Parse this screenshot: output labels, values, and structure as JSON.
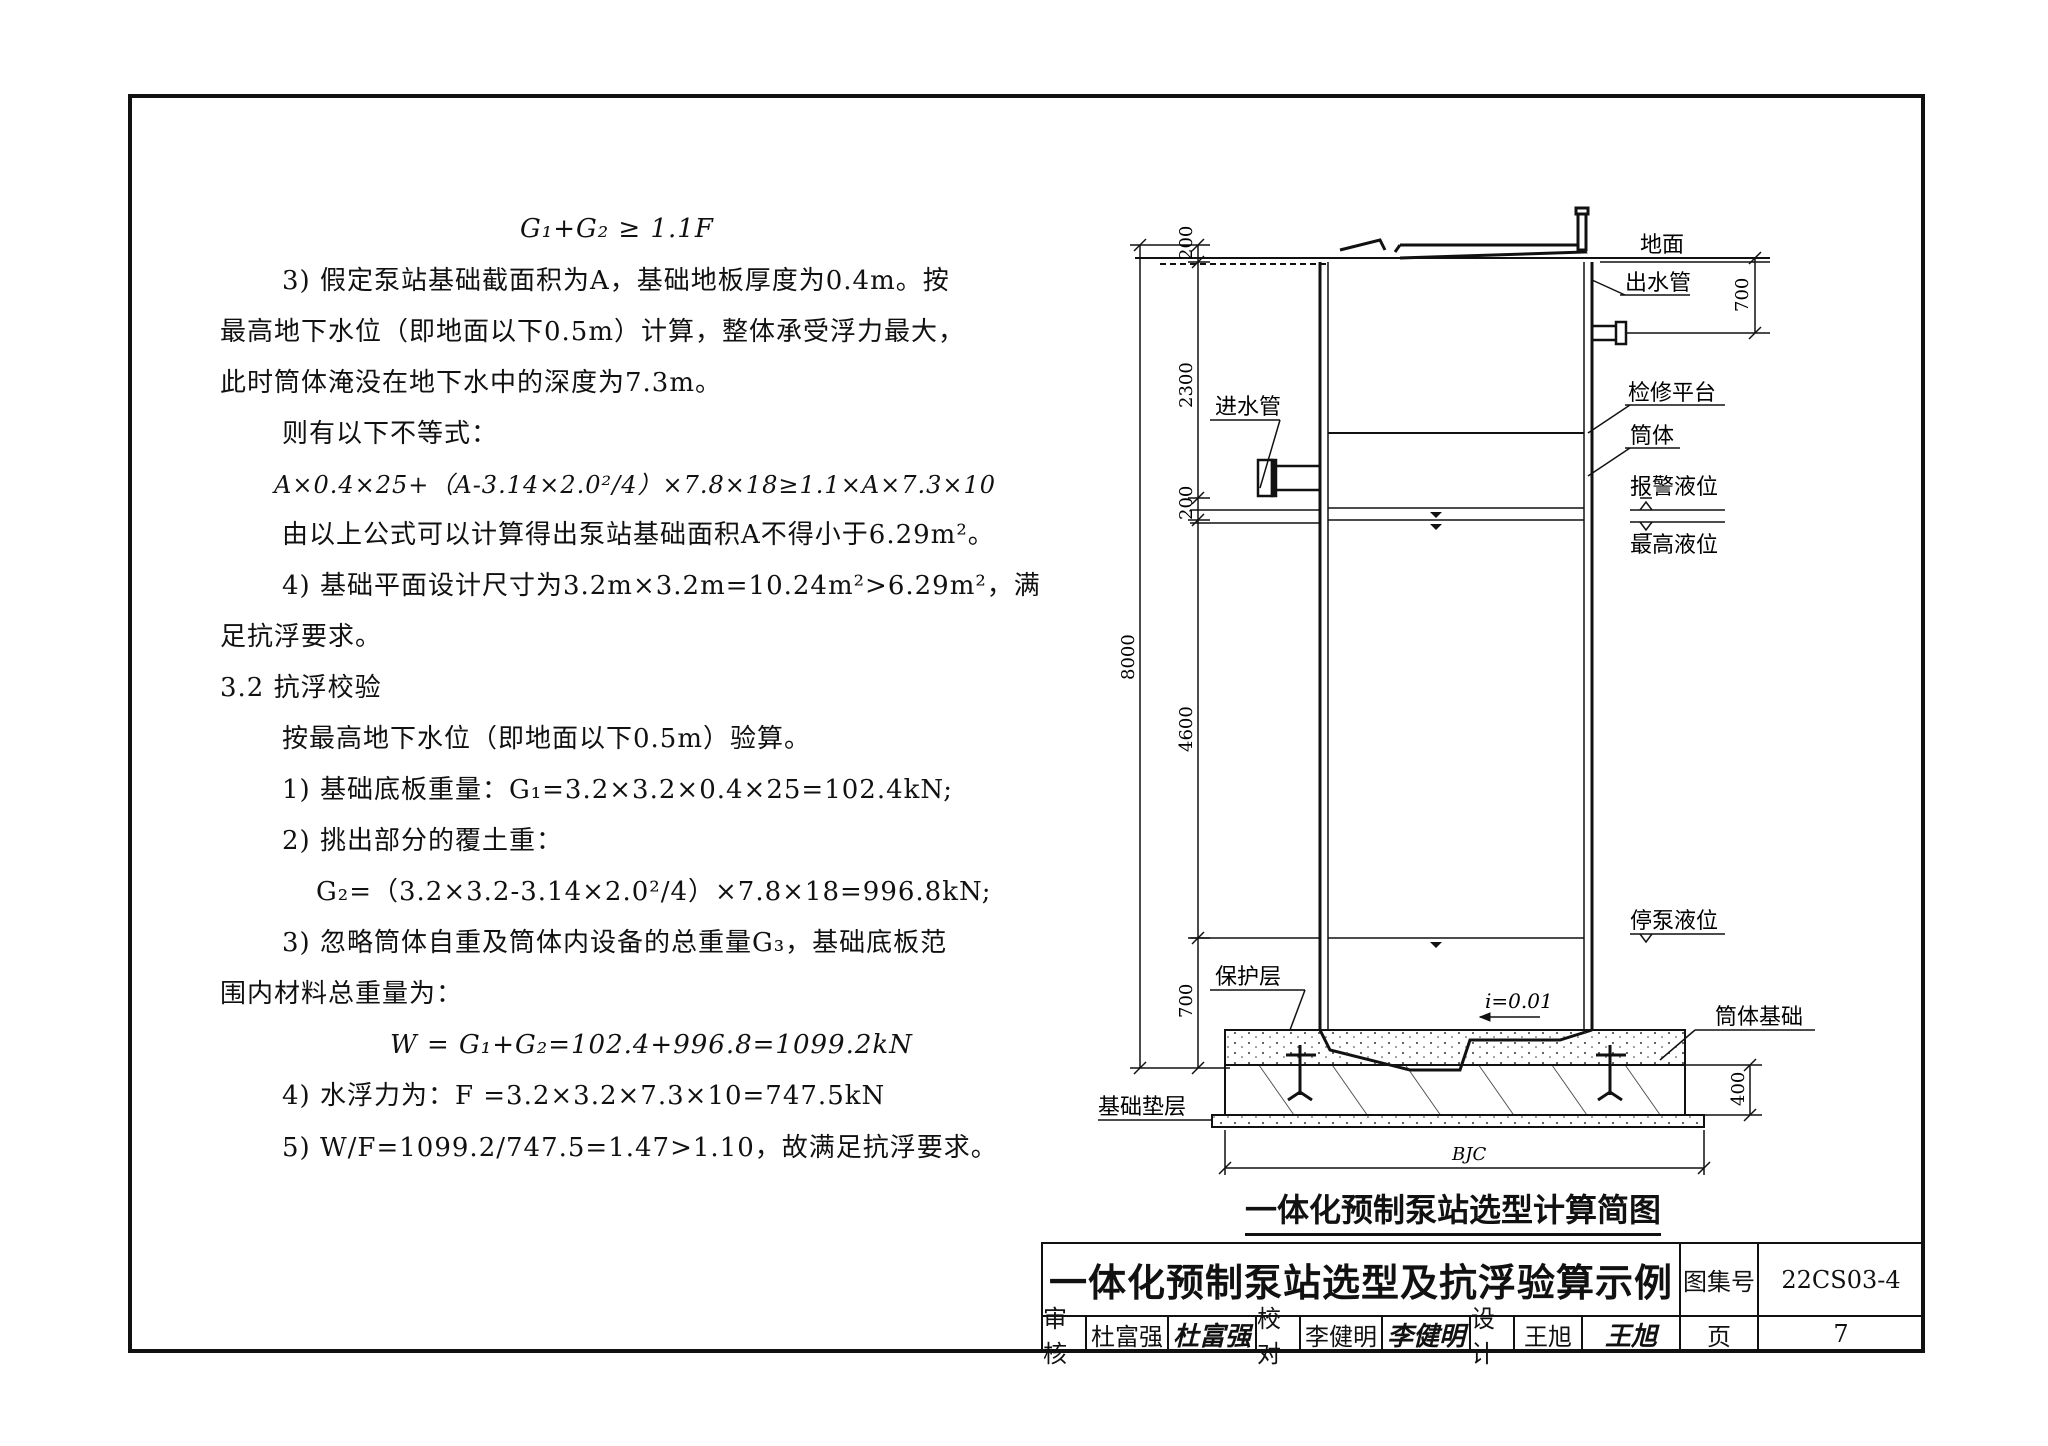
{
  "text": {
    "eq1": "G₁+G₂ ≥ 1.1F",
    "p3a": "3) 假定泵站基础截面积为A，基础地板厚度为0.4m。按",
    "p3b": "最高地下水位（即地面以下0.5m）计算，整体承受浮力最大，",
    "p3c": "此时筒体淹没在地下水中的深度为7.3m。",
    "ineq_intro": "则有以下不等式：",
    "ineq": "A×0.4×25+（A-3.14×2.0²/4）×7.8×18≥1.1×A×7.3×10",
    "result": "由以上公式可以计算得出泵站基础面积A不得小于6.29m²。",
    "p4a": "4) 基础平面设计尺寸为3.2m×3.2m=10.24m²>6.29m²，满",
    "p4b": "足抗浮要求。",
    "section": "3.2 抗浮校验",
    "check_intro": "按最高地下水位（即地面以下0.5m）验算。",
    "c1": "1) 基础底板重量：G₁=3.2×3.2×0.4×25=102.4kN;",
    "c2": "2) 挑出部分的覆土重：",
    "c2eq": "G₂=（3.2×3.2-3.14×2.0²/4）×7.8×18=996.8kN;",
    "c3a": "3) 忽略筒体自重及筒体内设备的总重量G₃，基础底板范",
    "c3b": "围内材料总重量为：",
    "c3eq": "W = G₁+G₂=102.4+996.8=1099.2kN",
    "c4": "4) 水浮力为：F =3.2×3.2×7.3×10=747.5kN",
    "c5": "5) W/F=1099.2/747.5=1.47>1.10，故满足抗浮要求。"
  },
  "diagram": {
    "title": "一体化预制泵站选型计算简图",
    "labels": {
      "ground": "地面",
      "outlet": "出水管",
      "inlet": "进水管",
      "platform": "检修平台",
      "shell": "筒体",
      "alarm_level": "报警液位",
      "max_level": "最高液位",
      "stop_level": "停泵液位",
      "protective_layer": "保护层",
      "slope": "i=0.01",
      "foundation": "筒体基础",
      "cushion": "基础垫层",
      "width": "BJC"
    },
    "dims": {
      "d200_top": "200",
      "d2300": "2300",
      "d200_mid": "200",
      "d4600": "4600",
      "d700_bot": "700",
      "d8000": "8000",
      "d700_right": "700",
      "d400": "400"
    }
  },
  "title_block": {
    "title": "一体化预制泵站选型及抗浮验算示例",
    "atlas_label": "图集号",
    "atlas_no": "22CS03-4",
    "review_label": "审核",
    "reviewer": "杜富强",
    "reviewer_sig": "杜富强",
    "check_label": "校对",
    "checker": "李健明",
    "checker_sig": "李健明",
    "design_label": "设计",
    "designer": "王旭",
    "designer_sig": "王旭",
    "page_label": "页",
    "page_no": "7"
  }
}
